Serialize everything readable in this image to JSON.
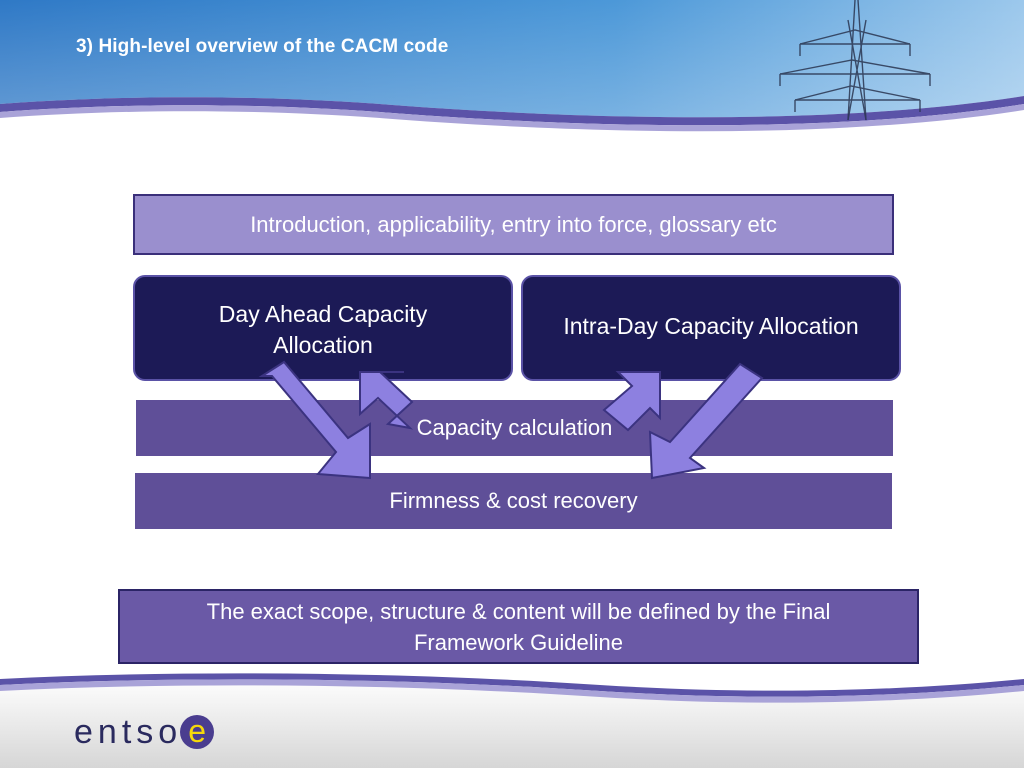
{
  "header": {
    "title": "3) High-level overview of the CACM code"
  },
  "diagram": {
    "intro_box": "Introduction, applicability, entry into force, glossary etc",
    "day_ahead_box": "Day Ahead Capacity Allocation",
    "intra_day_box": "Intra-Day Capacity Allocation",
    "capacity_calculation_band": "Capacity calculation",
    "firmness_band": "Firmness & cost recovery"
  },
  "note": "The exact scope, structure & content will be defined by the Final Framework Guideline",
  "footer": {
    "logo_text": "entso",
    "logo_letter": "e"
  },
  "colors": {
    "intro_fill": "#9a8fce",
    "dark_box_fill": "#1c1a56",
    "band_fill": "#5f4f98",
    "arrow_fill": "#8d80e0",
    "note_fill": "#6a59a6"
  }
}
